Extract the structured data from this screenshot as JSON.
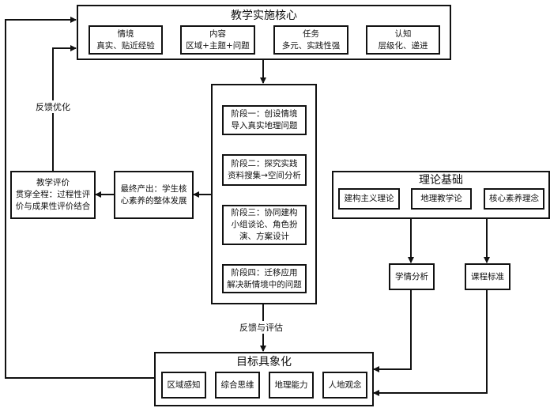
{
  "core": {
    "title": "教学实施核心",
    "steps": [
      {
        "name": "情境",
        "desc": "真实、贴近经验"
      },
      {
        "name": "内容",
        "desc": "区域+主题+问题"
      },
      {
        "name": "任务",
        "desc": "多元、实践性强"
      },
      {
        "name": "认知",
        "desc": "层级化、递进"
      }
    ]
  },
  "stages": [
    {
      "line1": "阶段一：创设情境",
      "line2": "导入真实地理问题"
    },
    {
      "line1": "阶段二：探究实践",
      "line2": "资料搜集→空间分析"
    },
    {
      "line1": "阶段三：协同建构",
      "line2": "小组谈论、角色扮",
      "line3": "演、方案设计"
    },
    {
      "line1": "阶段四：迁移应用",
      "line2": "解决新情境中的问题"
    }
  ],
  "output": {
    "line1": "最终产出：学生核",
    "line2": "心素养的整体发展"
  },
  "evaluation": {
    "line1": "教学评价",
    "line2": "贯穿全程：过程性评",
    "line3": "价与成果性评价结合"
  },
  "labels": {
    "feedback_optimize": "反馈优化",
    "feedback_assess": "反馈与评估"
  },
  "theory": {
    "title": "理论基础",
    "items": [
      "建构主义理论",
      "地理教学论",
      "核心素养理念"
    ]
  },
  "student_analysis": "学情分析",
  "curriculum_standard": "课程标准",
  "goals": {
    "title": "目标具象化",
    "items": [
      "区域感知",
      "综合思维",
      "地理能力",
      "人地观念"
    ]
  }
}
